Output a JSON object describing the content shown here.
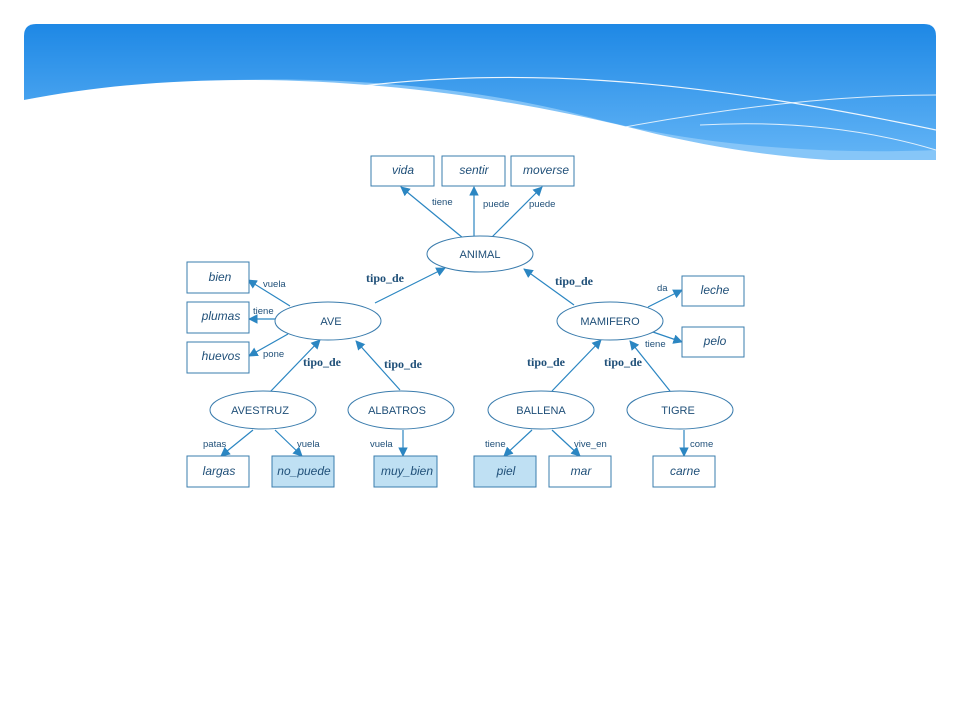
{
  "colors": {
    "banner_top": "#1e88e5",
    "banner_light": "#90caf9",
    "line": "#2b86c2",
    "node_stroke": "#3a7cad",
    "text": "#1f4f78",
    "highlight_box": "#bfe0f3"
  },
  "nodes": {
    "animal": "ANIMAL",
    "ave": "AVE",
    "mamifero": "MAMIFERO",
    "avestruz": "AVESTRUZ",
    "albatros": "ALBATROS",
    "ballena": "BALLENA",
    "tigre": "TIGRE"
  },
  "boxes": {
    "vida": "vida",
    "sentir": "sentir",
    "moverse": "moverse",
    "bien": "bien",
    "plumas": "plumas",
    "huevos": "huevos",
    "leche": "leche",
    "pelo": "pelo",
    "largas": "largas",
    "no_puede": "no_puede",
    "muy_bien": "muy_bien",
    "piel": "piel",
    "mar": "mar",
    "carne": "carne"
  },
  "edge_labels": {
    "tiene": "tiene",
    "puede": "puede",
    "vuela": "vuela",
    "pone": "pone",
    "da": "da",
    "patas": "patas",
    "vive_en": "vive_en",
    "come": "come",
    "tipo_de": "tipo_de"
  }
}
